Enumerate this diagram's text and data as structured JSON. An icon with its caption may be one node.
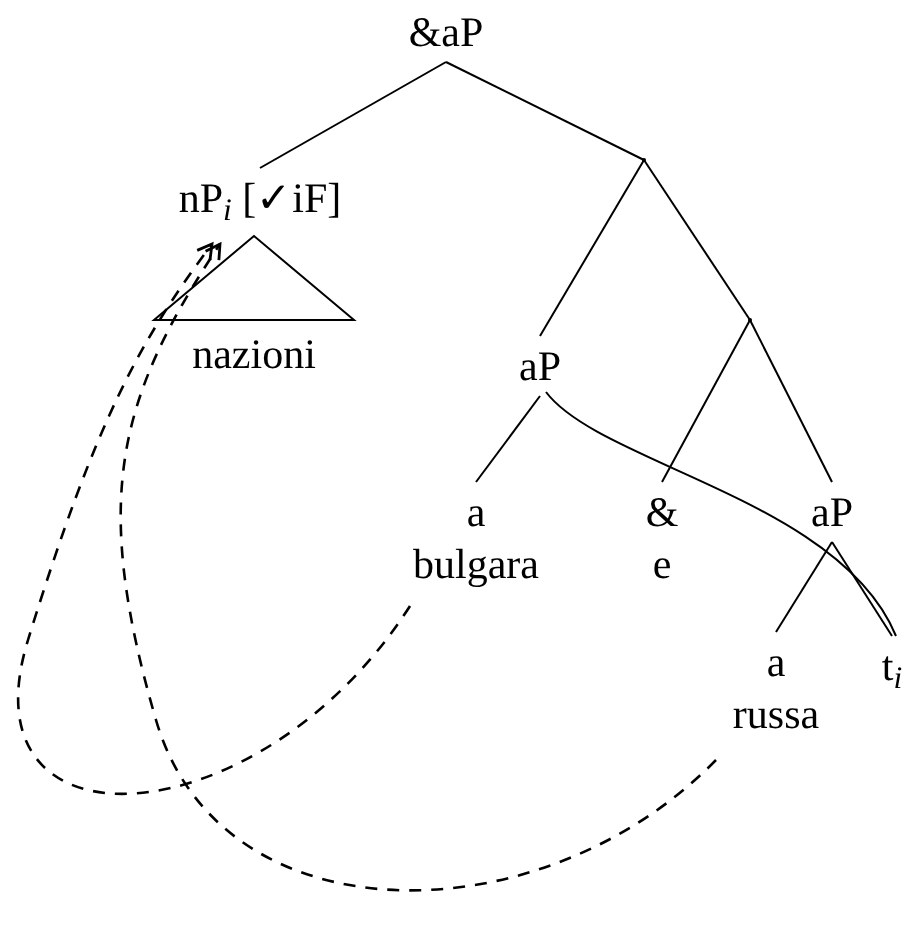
{
  "diagram": {
    "nodes": [
      {
        "text": [
          "&aP"
        ]
      },
      {
        "text": [
          "nP$_{i}$ [✓iF]"
        ]
      },
      {
        "text": [
          "nazioni"
        ]
      },
      {
        "text": [],
        "shape": "point"
      },
      {
        "text": [
          "aP"
        ]
      },
      {
        "text": [],
        "shape": "point"
      },
      {
        "text": [
          "a",
          "bulgara"
        ]
      },
      {
        "text": [
          "&",
          "e"
        ]
      },
      {
        "text": [
          "aP"
        ]
      },
      {
        "text": [
          "a",
          "russa"
        ]
      },
      {
        "text": [
          "t$_{i}$"
        ]
      }
    ],
    "edges": [
      {
        "from": 0,
        "to": 1,
        "arrow": "none"
      },
      {
        "from": 1,
        "to": 2,
        "arrow": "none"
      },
      {
        "from": 0,
        "to": 3,
        "arrow": "none"
      },
      {
        "from": 3,
        "to": 4,
        "arrow": "none"
      },
      {
        "from": 3,
        "to": 5,
        "arrow": "none"
      },
      {
        "from": 4,
        "to": 6,
        "arrow": "none"
      },
      {
        "from": 4,
        "to": 10,
        "arrow": "none"
      },
      {
        "from": 5,
        "to": 7,
        "arrow": "none"
      },
      {
        "from": 5,
        "to": 8,
        "arrow": "none"
      },
      {
        "from": 8,
        "to": 9,
        "arrow": "none"
      },
      {
        "from": 8,
        "to": 10,
        "arrow": "none"
      },
      {
        "from": 6,
        "to": 1,
        "arrow": "to",
        "style": "dashed"
      },
      {
        "from": 9,
        "to": 1,
        "arrow": "to",
        "style": "dashed"
      }
    ]
  }
}
